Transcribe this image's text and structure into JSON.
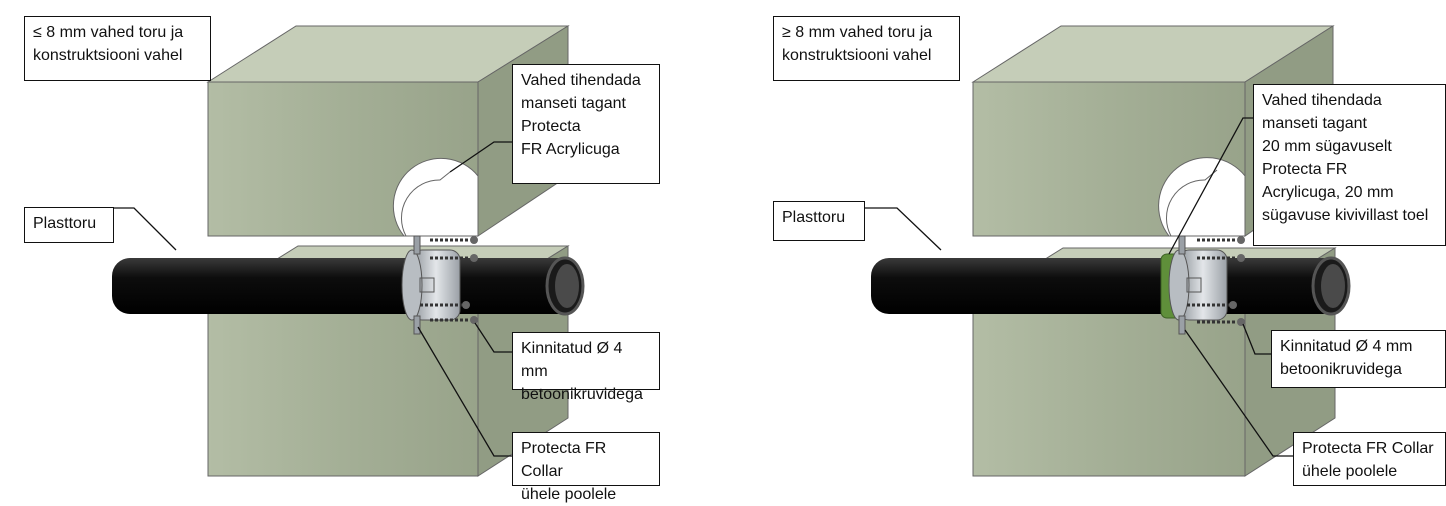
{
  "left": {
    "gap_note": "≤ 8 mm vahed toru ja\nkonstruktsiooni vahel",
    "seal_note": "Vahed tihendada\nmanseti tagant\nProtecta\nFR Acrylicuga",
    "pipe_label": "Plasttoru",
    "screws_note": "Kinnitatud Ø 4 mm\nbetoonikruvidega",
    "collar_note": "Protecta FR Collar\nühele poolele"
  },
  "right": {
    "gap_note": "≥ 8 mm vahed toru ja\nkonstruktsiooni vahel",
    "seal_note": "Vahed tihendada\nmanseti tagant\n20 mm sügavuselt\nProtecta FR\nAcrylicuga, 20 mm\nsügavuse kivivillast toel",
    "pipe_label": "Plasttoru",
    "screws_note": "Kinnitatud Ø 4 mm\nbetoonikruvidega",
    "collar_note": "Protecta FR Collar\nühele poolele"
  },
  "colors": {
    "block_front": "#a8b39a",
    "block_top": "#c7cfba",
    "block_side": "#8f9a82",
    "pipe": "#111111",
    "collar": "#c9cdd2",
    "seal_band": "#5f8f3a"
  }
}
